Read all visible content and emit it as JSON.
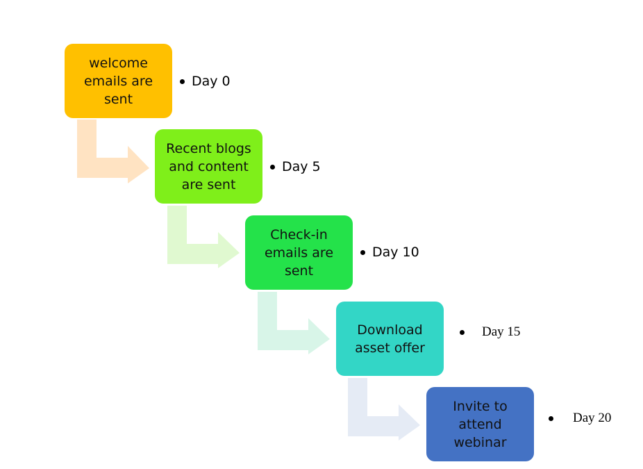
{
  "steps": [
    {
      "label": "welcome emails are sent",
      "day": "Day 0",
      "color": "#FFC000"
    },
    {
      "label": "Recent blogs and content are sent",
      "day": "Day 5",
      "color": "#7FEF1A"
    },
    {
      "label": "Check-in emails are sent",
      "day": "Day 10",
      "color": "#24E24A"
    },
    {
      "label": "Download asset offer",
      "day": "Day 15",
      "color": "#33D6C6"
    },
    {
      "label": "Invite to attend webinar",
      "day": "Day 20",
      "color": "#4472C4"
    }
  ],
  "arrow_colors": [
    "#FFE3C2",
    "#E0F9D0",
    "#D8F5E8",
    "#E5EBF5"
  ]
}
